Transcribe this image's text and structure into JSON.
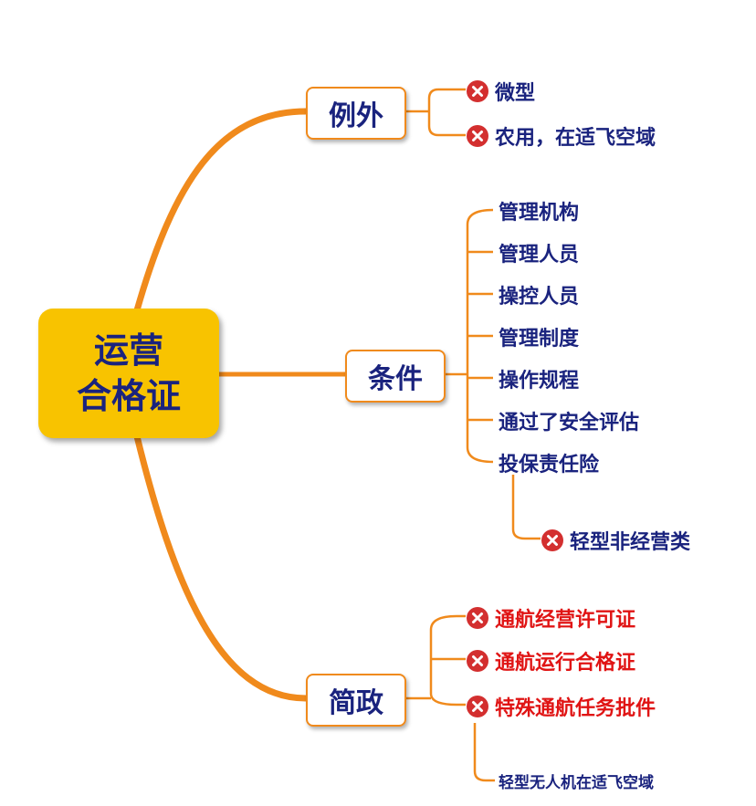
{
  "root": {
    "line1": "运营",
    "line2": "合格证"
  },
  "exceptions": {
    "label": "例外",
    "items": [
      "微型",
      "农用，在适飞空域"
    ]
  },
  "conditions": {
    "label": "条件",
    "items": [
      "管理机构",
      "管理人员",
      "操控人员",
      "管理制度",
      "操作规程",
      "通过了安全评估",
      "投保责任险"
    ],
    "sub_exception": "轻型非经营类"
  },
  "simplification": {
    "label": "简政",
    "items": [
      "通航经营许可证",
      "通航运行合格证",
      "特殊通航任务批件"
    ],
    "note": "轻型无人机在适飞空域"
  },
  "colors": {
    "connector": "#f08a1c",
    "root_fill": "#f8c300",
    "text_dark": "#1a237e",
    "text_red": "#e01414",
    "icon_red": "#d32f2f"
  },
  "icons": {
    "excluded": "close-circle-icon"
  }
}
